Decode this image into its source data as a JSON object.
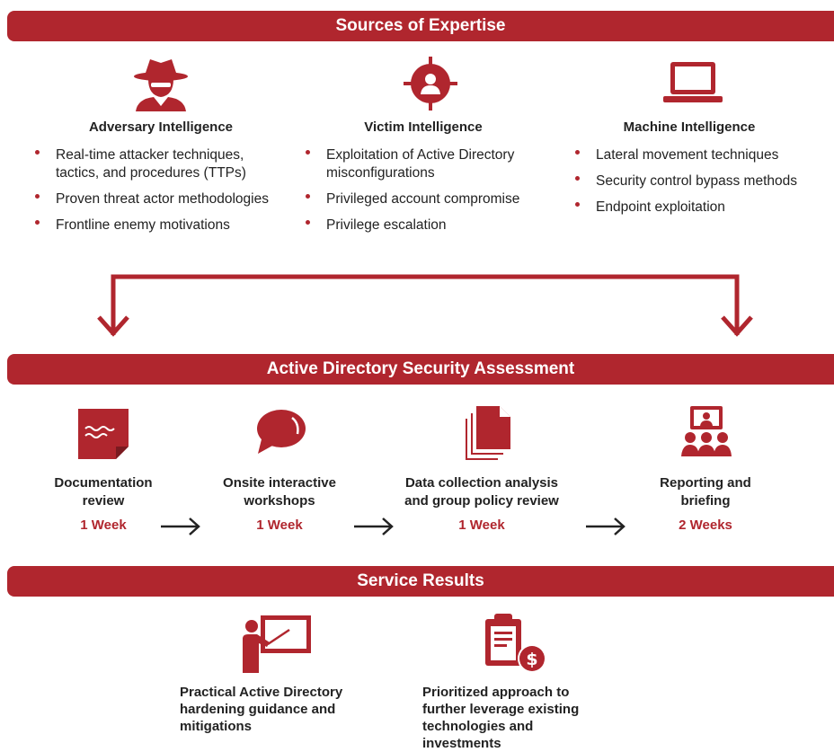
{
  "sections": {
    "sources": "Sources of Expertise",
    "assessment": "Active Directory Security Assessment",
    "results": "Service Results"
  },
  "sources": [
    {
      "title": "Adversary Intelligence",
      "icon": "spy-icon",
      "items": [
        "Real-time attacker techniques, tactics, and procedures (TTPs)",
        "Proven threat actor methodologies",
        "Frontline enemy motivations"
      ]
    },
    {
      "title": "Victim Intelligence",
      "icon": "target-person-icon",
      "items": [
        "Exploitation of Active Directory misconfigurations",
        "Privileged account compromise",
        "Privilege escalation"
      ]
    },
    {
      "title": "Machine Intelligence",
      "icon": "laptop-icon",
      "items": [
        "Lateral movement techniques",
        "Security control bypass methods",
        "Endpoint exploitation"
      ]
    }
  ],
  "steps": [
    {
      "title": "Documentation review",
      "duration": "1 Week",
      "icon": "document-note-icon"
    },
    {
      "title": "Onsite interactive workshops",
      "duration": "1 Week",
      "icon": "speech-bubble-icon"
    },
    {
      "title": "Data collection analysis and group policy review",
      "duration": "1 Week",
      "icon": "documents-stack-icon"
    },
    {
      "title": "Reporting and briefing",
      "duration": "2 Weeks",
      "icon": "presentation-audience-icon"
    }
  ],
  "results": [
    {
      "text": "Practical Active Directory hardening guidance and mitigations",
      "icon": "presenter-board-icon"
    },
    {
      "text": "Prioritized approach to further leverage existing technologies and investments",
      "icon": "clipboard-dollar-icon"
    }
  ],
  "colors": {
    "accent": "#b0262e",
    "text": "#222222",
    "arrow": "#222222"
  }
}
